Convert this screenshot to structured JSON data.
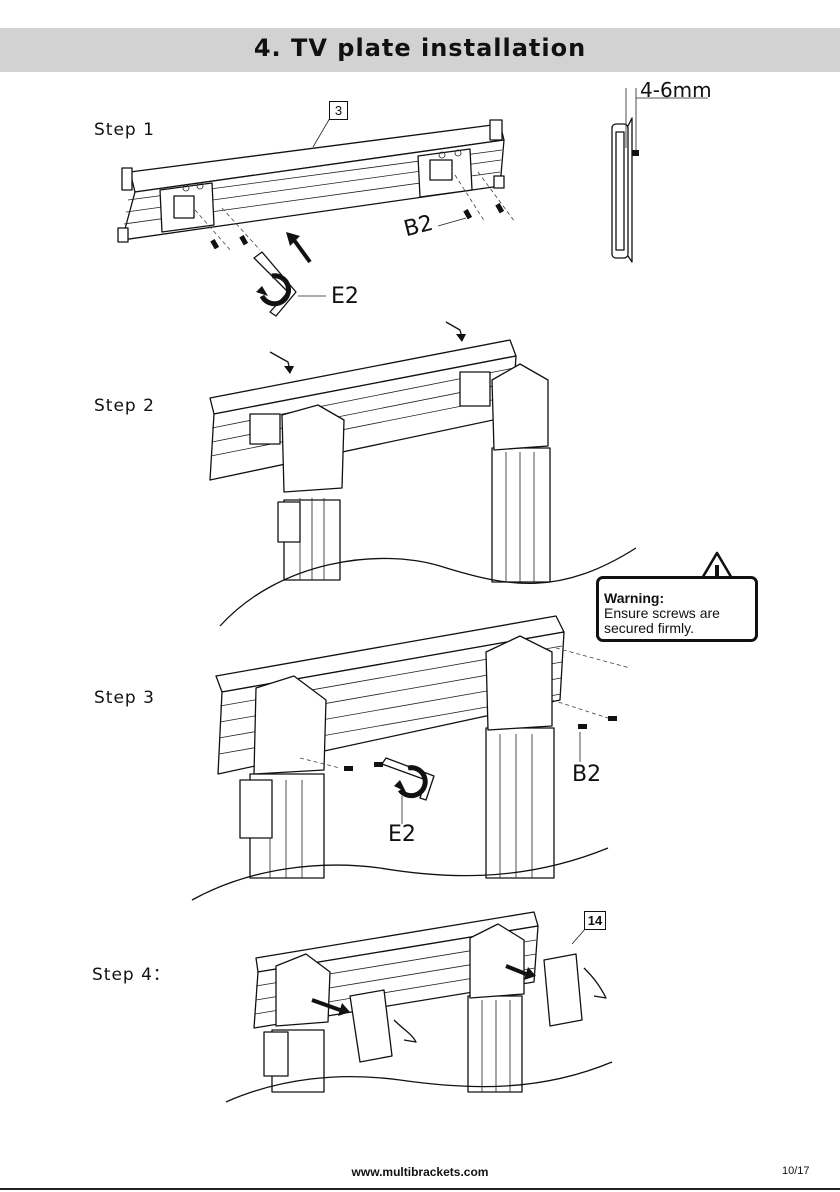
{
  "page": {
    "title": "4. TV plate installation",
    "footer_url": "www.multibrackets.com",
    "page_number": "10/17"
  },
  "steps": [
    {
      "label": "Step 1"
    },
    {
      "label": "Step 2"
    },
    {
      "label": "Step 3"
    },
    {
      "label": "Step 4："
    }
  ],
  "callouts": {
    "part_3": "3",
    "part_14": "14",
    "b2_step1": "B2",
    "e2_step1": "E2",
    "b2_step3": "B2",
    "e2_step3": "E2",
    "gap": "4-6mm"
  },
  "warning": {
    "title": "Warning:",
    "line1": "Ensure screws are",
    "line2": "secured firmly.",
    "icon": "exclamation-triangle"
  }
}
